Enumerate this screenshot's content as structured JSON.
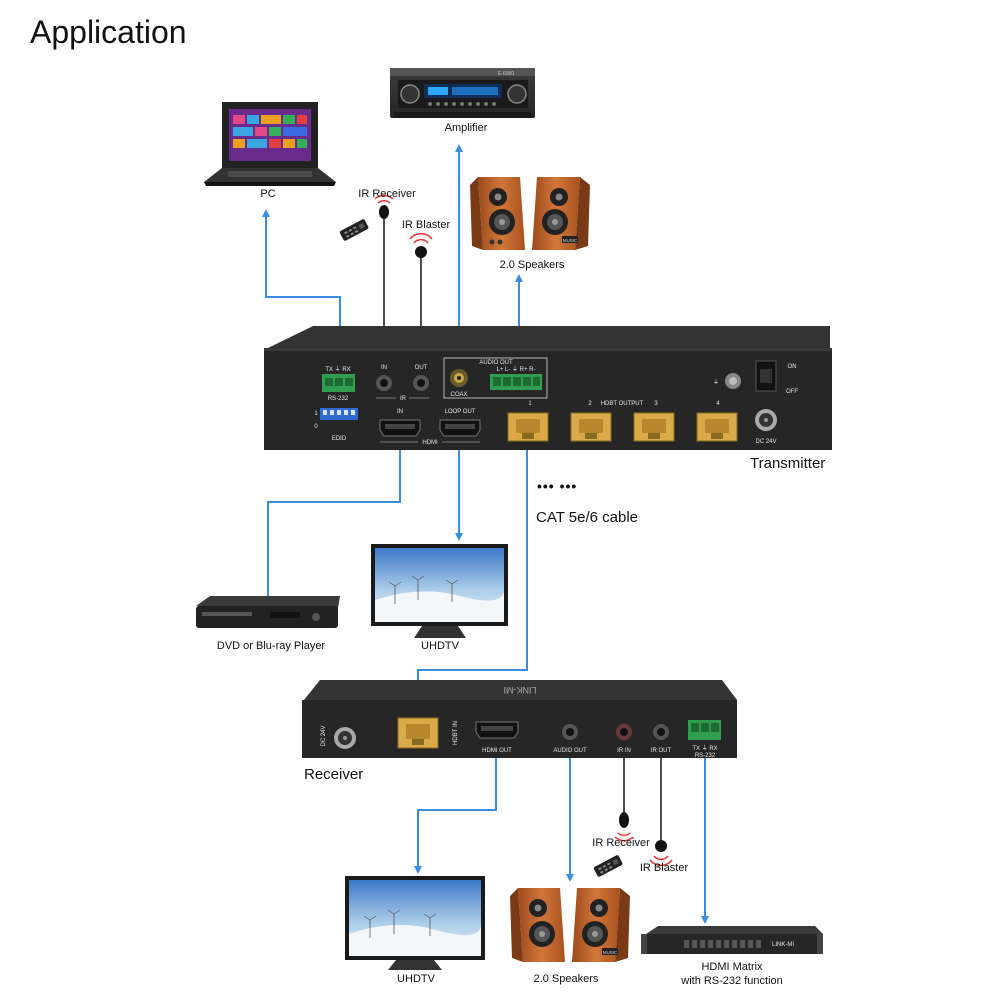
{
  "title": "Application",
  "devices": {
    "pc": "PC",
    "amplifier": "Amplifier",
    "amplifier_model": "E-6060",
    "speakers_top": "2.0 Speakers",
    "ir_receiver_top": "IR Receiver",
    "ir_blaster_top": "IR Blaster",
    "transmitter": "Transmitter",
    "dvd": "DVD or Blu-ray Player",
    "uhdtv_top": "UHDTV",
    "receiver": "Receiver",
    "uhdtv_bottom": "UHDTV",
    "speakers_bottom": "2.0 Speakers",
    "ir_receiver_bottom": "IR Receiver",
    "ir_blaster_bottom": "IR Blaster",
    "matrix_line1": "HDMI Matrix",
    "matrix_line2": "with RS-232 function",
    "speaker_badge": "MUSIC"
  },
  "cable": {
    "dots": "•••   •••",
    "label": "CAT 5e/6 cable"
  },
  "transmitter_panel": {
    "rs232_pins": "TX ⏚ RX",
    "rs232": "RS-232",
    "ir_in": "IN",
    "ir_out": "OUT",
    "ir": "IR",
    "audio_out": "AUDIO OUT",
    "audio_pins": "L+  L-  ⏚  R+  R-",
    "coax": "COAX",
    "hdmi_in": "IN",
    "loop_out": "LOOP OUT",
    "hdmi": "HDMI",
    "hdbt_output": "HDBT OUTPUT",
    "port_1": "1",
    "port_2": "2",
    "port_3": "3",
    "port_4": "4",
    "edid": "EDID",
    "edid_1": "1",
    "edid_0": "0",
    "on": "ON",
    "off": "OFF",
    "dc": "DC 24V"
  },
  "receiver_panel": {
    "dc": "DC 24V",
    "hdbt_in": "HDBT IN",
    "hdmi_out": "HDMI OUT",
    "audio_out": "AUDIO OUT",
    "ir_in": "IR IN",
    "ir_out": "IR OUT",
    "rs232_pins": "TX ⏚ RX",
    "rs232": "RS-232",
    "brand_top": "LINK-MI",
    "matrix_brand": "LINK-MI"
  },
  "colors": {
    "connection": "#3a8ee0",
    "ir_cable": "#222222",
    "device_body": "#2a2a2a",
    "terminal_green": "#2f9e4f",
    "rj45": "#d9a94a",
    "speaker_wood": "#c4652c"
  }
}
